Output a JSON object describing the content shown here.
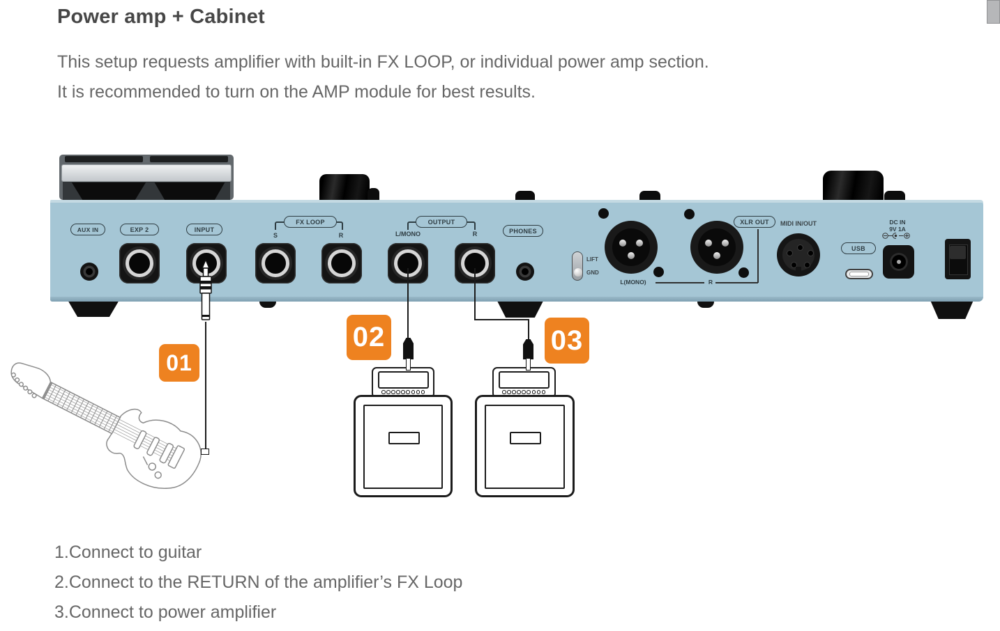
{
  "page": {
    "title": "Power amp + Cabinet",
    "description": [
      "This setup requests amplifier with built-in FX LOOP, or individual power amp section.",
      "It is recommended to turn on the AMP module for best results."
    ],
    "instructions": [
      "1.Connect to guitar",
      "2.Connect to the RETURN of the amplifier’s FX Loop",
      "3.Connect to power amplifier"
    ]
  },
  "callouts": [
    "01",
    "02",
    "03"
  ],
  "device": {
    "labels": {
      "aux_in": "AUX IN",
      "exp_2": "EXP 2",
      "input": "INPUT",
      "fx_loop": "FX LOOP",
      "fx_send": "S",
      "fx_return": "R",
      "output": "OUTPUT",
      "output_l": "L/MONO",
      "output_r": "R",
      "phones": "PHONES",
      "lift": "LIFT",
      "gnd": "GND",
      "xlr_l": "L(MONO)",
      "xlr_r": "R",
      "xlr_out": "XLR OUT",
      "midi": "MIDI IN/OUT",
      "usb": "USB",
      "dc_in": "DC IN",
      "dc_rating": "9V 1A"
    }
  },
  "colors": {
    "panel_blue": "#a5c6d5",
    "badge_orange": "#ee8220",
    "pill_ink": "#2e3c42",
    "title_ink": "#474747",
    "text_gray": "#666666"
  }
}
